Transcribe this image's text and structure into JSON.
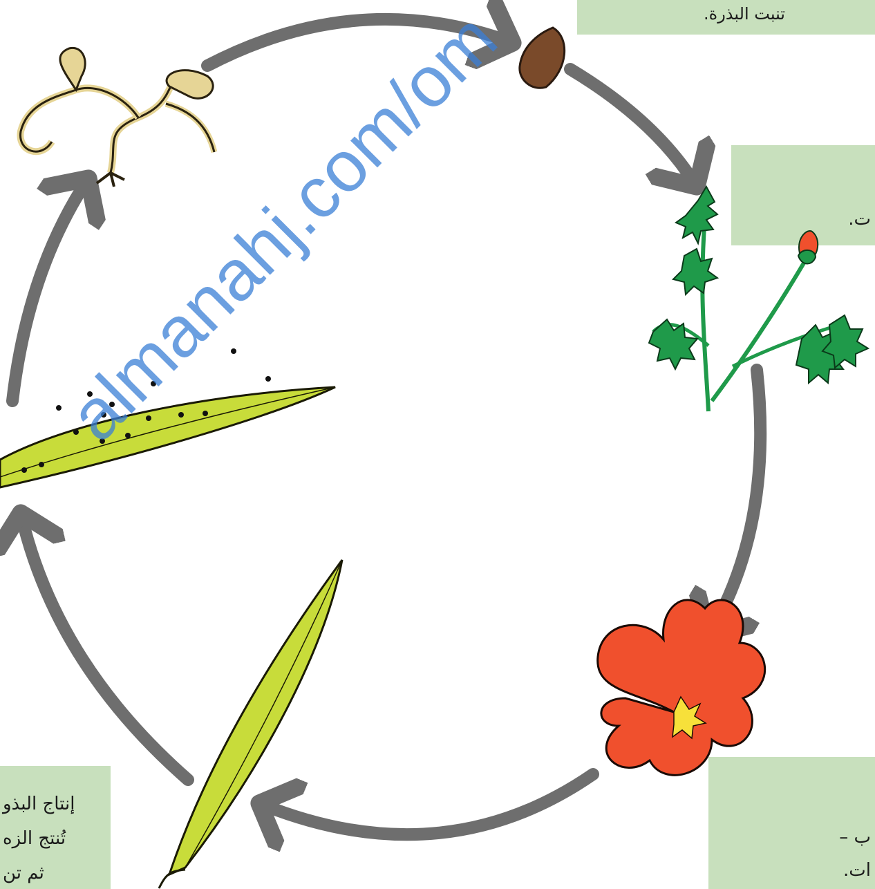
{
  "labels": {
    "germination": "تنبت البذرة.",
    "growth_fragment": "ت.",
    "pollination_line1": "ب –",
    "pollination_line2": "ات.",
    "seed_production_title": "إنتاج البذو",
    "seed_production_line2": "تُنتج الزه",
    "seed_production_line3": "ثم تن"
  },
  "watermark": "almanahj.com/om",
  "colors": {
    "arrow": "#6e6e6e",
    "label_box": "#c8e0bd",
    "seed": "#7a4a2a",
    "seedling": "#e6d596",
    "leaf": "#1f9a4a",
    "flower": "#f0502d",
    "pod": "#c8dc3a"
  }
}
